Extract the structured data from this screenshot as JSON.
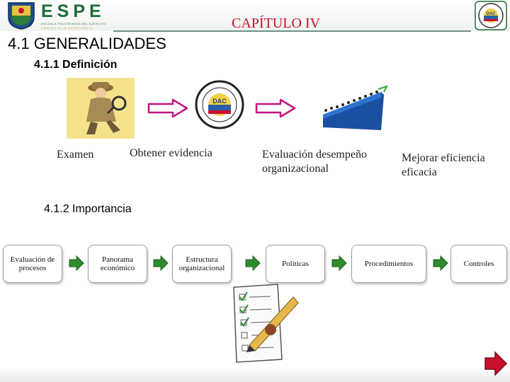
{
  "header": {
    "brand": "ESPE",
    "brand_subtitle": "ESCUELA POLITÉCNICA DEL EJÉRCITO",
    "brand_motto": "CAMINO A LA EXCELENCIA",
    "chapter": "CAPÍTULO IV",
    "right_logo_text": "DAC"
  },
  "section": {
    "title": "4.1 GENERALIDADES",
    "definition_heading": "4.1.1 Definición",
    "importance_heading": "4.1.2 Importancia"
  },
  "definition_steps": [
    {
      "label": "Examen",
      "icon": "detective-magnifier-image"
    },
    {
      "label": "Obtener evidencia",
      "icon": "dac-seal-image"
    },
    {
      "label": "Evaluación desempeño organizacional",
      "icon": "growth-chart-people-image"
    },
    {
      "label": "Mejorar eficiencia eficacia",
      "icon": ""
    }
  ],
  "importance_steps": [
    {
      "label": "Evaluación de procesos"
    },
    {
      "label": "Panorama económico"
    },
    {
      "label": "Estructura organizacional"
    },
    {
      "label": "Políticas"
    },
    {
      "label": "Procedimientos"
    },
    {
      "label": "Controles"
    }
  ],
  "seal_text": "DAC",
  "colors": {
    "chapter_red": "#c8102e",
    "brand_green": "#1f6b37",
    "arrow_magenta": "#c0167f",
    "arrow_green": "#2e8b2e",
    "nav_arrow_red": "#c8102e"
  }
}
